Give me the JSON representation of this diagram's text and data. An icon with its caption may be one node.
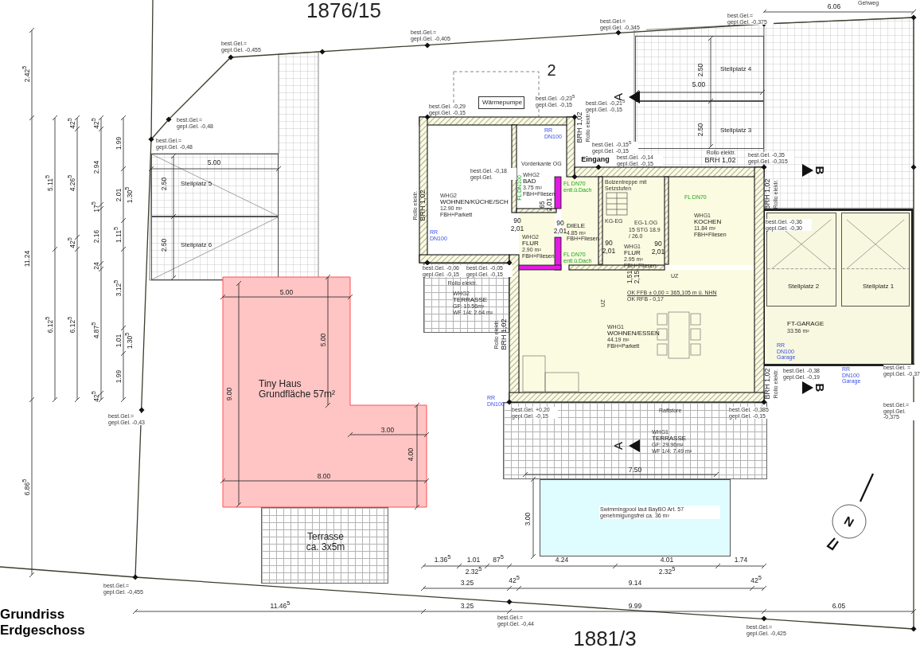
{
  "diagram": {
    "title": "Grundriss Erdgeschoss",
    "nodes": [
      {
        "text": [
          "Stellplatz 5"
        ]
      },
      {
        "text": [
          "Stellplatz 6"
        ]
      },
      {
        "text": [
          "Stellplatz 4"
        ]
      },
      {
        "text": [
          "Stellplatz 3"
        ]
      },
      {
        "text": [
          "Wärmepumpe"
        ]
      },
      {
        "text": [
          "WHG2",
          "WOHNEN/KÜCHE/SCH",
          "12.90 m²",
          "FBH+Parkett"
        ]
      },
      {
        "text": [
          "WHG2",
          "BAD",
          "3.75 m²",
          "FBH+Fliesen"
        ]
      },
      {
        "text": [
          "WHG2",
          "FLUR",
          "2.90 m²",
          "FBH+Fliesen"
        ]
      },
      {
        "text": [
          "DIELE",
          "4.85 m²",
          "FBH+Fliesen"
        ]
      },
      {
        "text": [
          "WHG1",
          "FLUR",
          "2.95 m²",
          "FBH+Fliesen"
        ]
      },
      {
        "text": [
          "WHG1",
          "KOCHEN",
          "11.84 m²",
          "FBH+Fliesen"
        ]
      },
      {
        "text": [
          "WHG1",
          "WOHNEN/ESSEN",
          "44.19 m²",
          "FBH+Parkett"
        ]
      },
      {
        "text": [
          "WHG2",
          "TERRASSE",
          "GF: 10.56m²",
          "WF 1/4: 2.64 m²"
        ]
      },
      {
        "text": [
          "FT-GARAGE",
          "33.56 m²"
        ]
      },
      {
        "text": [
          "Stellplatz 2"
        ],
        "in": 13
      },
      {
        "text": [
          "Stellplatz 1"
        ],
        "in": 13
      },
      {
        "text": [
          "Tiny Haus",
          "Grundfläche 57m²"
        ]
      },
      {
        "text": [
          "Terrasse ca. 3x5m"
        ]
      },
      {
        "text": [
          "WHG1",
          "TERRASSE",
          "GF: 29.96m²",
          "WF 1/4: 7.49 m²"
        ]
      },
      {
        "text": [
          "Swimmingpool laut BayBO Art. 57 genehmigungsfrei ca. 36 m²"
        ]
      }
    ],
    "labels": [
      "1876/15",
      "Gehweg",
      "6.06",
      "best.Gel.= gepl.Gel. -0,375",
      "best.Gel.= gepl.Gel. -0,345",
      "best.Gel.= gepl.Gel. -0,405",
      "best.Gel.= gepl.Gel. -0,455",
      "2",
      "2.50",
      "5.00",
      "A",
      "2.42$^{5}$",
      "best.Gel. -0,29 gepl.Gel. -0,15",
      "best.Gel. -0,23$^{5}$ gepl.Gel. -0,15",
      "best.Gel. -0,21$^{5}$ gepl.Gel. -0,15",
      "best.Gel.= gepl.Gel. -0,48",
      "2.50",
      "BRH 1,02",
      "Rollo elektr.",
      "best.Gel.= gepl.Gel. -0,48",
      "best.Gel. -0,15$^{5}$ gepl.Gel. -0,15",
      "Eingang",
      "best.Gel. -0,14 gepl.Gel. -0,15",
      "Rollo elektr.",
      "BRH 1,02",
      "best.Gel. -0,35 gepl.Gel. -0,315",
      "5.00",
      "Vorderkante OG",
      "best.Gel. -0,18 gepl.Gel.",
      "B",
      "2.50",
      "Bolzentreppe mit Setzstufen",
      "FL DN100",
      "FL DN70 entl.ü.Dach",
      "FL DN70",
      "Rollo elektr.",
      "BRH 1,02",
      "BRH 1,02",
      "Rollo elektr.",
      "65",
      "2,01",
      "best.Gel. -0,36 gepl.Gel. -0,30",
      "90",
      "2,01",
      "90",
      "2,01",
      "KG-EG",
      "EG-1.OG",
      "RR DN100",
      "15 STG 18.9 / 26.0",
      "90",
      "2,01",
      "90",
      "2,01",
      "2.50",
      "FL DN70 entl.ü.Dach",
      "best.Gel. -0,06 gepl.Gel. -0,15",
      "best.Gel. -0,05 gepl.Gel. -0,15",
      "Rollo elektr.",
      "1,51",
      "2,15",
      "UZ",
      "OK FFB ± 0,00 = 365,105 m ü. NHN",
      "OK RFB - 0,17",
      "UZ",
      "5.00",
      "5.00",
      "Rollo elektr.",
      "BRH 1,02",
      "RR DN100 Garage",
      "best.Gel. -0,38 gepl.Gel. -0,19",
      "RR DN100 Garage",
      "best.Gel. = gepl.Gel. -0,37",
      "BRH 1,02",
      "Rollo elektr.",
      "B",
      "9.00",
      "RR DN100",
      "best.Gel. +0,20 gepl.Gel. -0,15",
      "Raffstore",
      "best.Gel. -0,385 gepl.Gel. -0,15",
      "best.Gel.= gepl.Gel. -0,375",
      "best.Gel.= gepl.Gel. -0,43",
      "3.00",
      "A",
      "4.00",
      "7.50",
      "8.00",
      "6.86$^{5}$",
      "3.00",
      "N",
      "1.36$^{5}$",
      "1.01",
      "87$^{5}$",
      "4.24",
      "4.01",
      "1.74",
      "2.32$^{5}$",
      "2.32$^{5}$",
      "3.25",
      "42$^{5}$",
      "9.14",
      "42$^{5}$",
      "best.Gel.= gepl.Gel. -0,455",
      "11.46$^{5}$",
      "3.25",
      "9.99",
      "6.05",
      "best.Gel.= gepl.Gel. -0,44",
      "best.Gel.= gepl.Gel. -0,425",
      "1881/3",
      "11.24",
      "5.11$^{5}$",
      "6.12$^{5}$",
      "42$^{5}$",
      "4.26$^{5}$",
      "42$^{5}$",
      "6.12$^{5}$",
      "42$^{5}$",
      "2.94",
      "17$^{5}$",
      "2.16",
      "24",
      "4.87$^{5}$",
      "42$^{5}$",
      "1.99",
      "2.01",
      "1.30$^{5}$",
      "1.11$^{5}$",
      "3.12$^{5}$",
      "1.01",
      "1.30$^{5}$",
      "1.99",
      "RR DN100"
    ]
  }
}
